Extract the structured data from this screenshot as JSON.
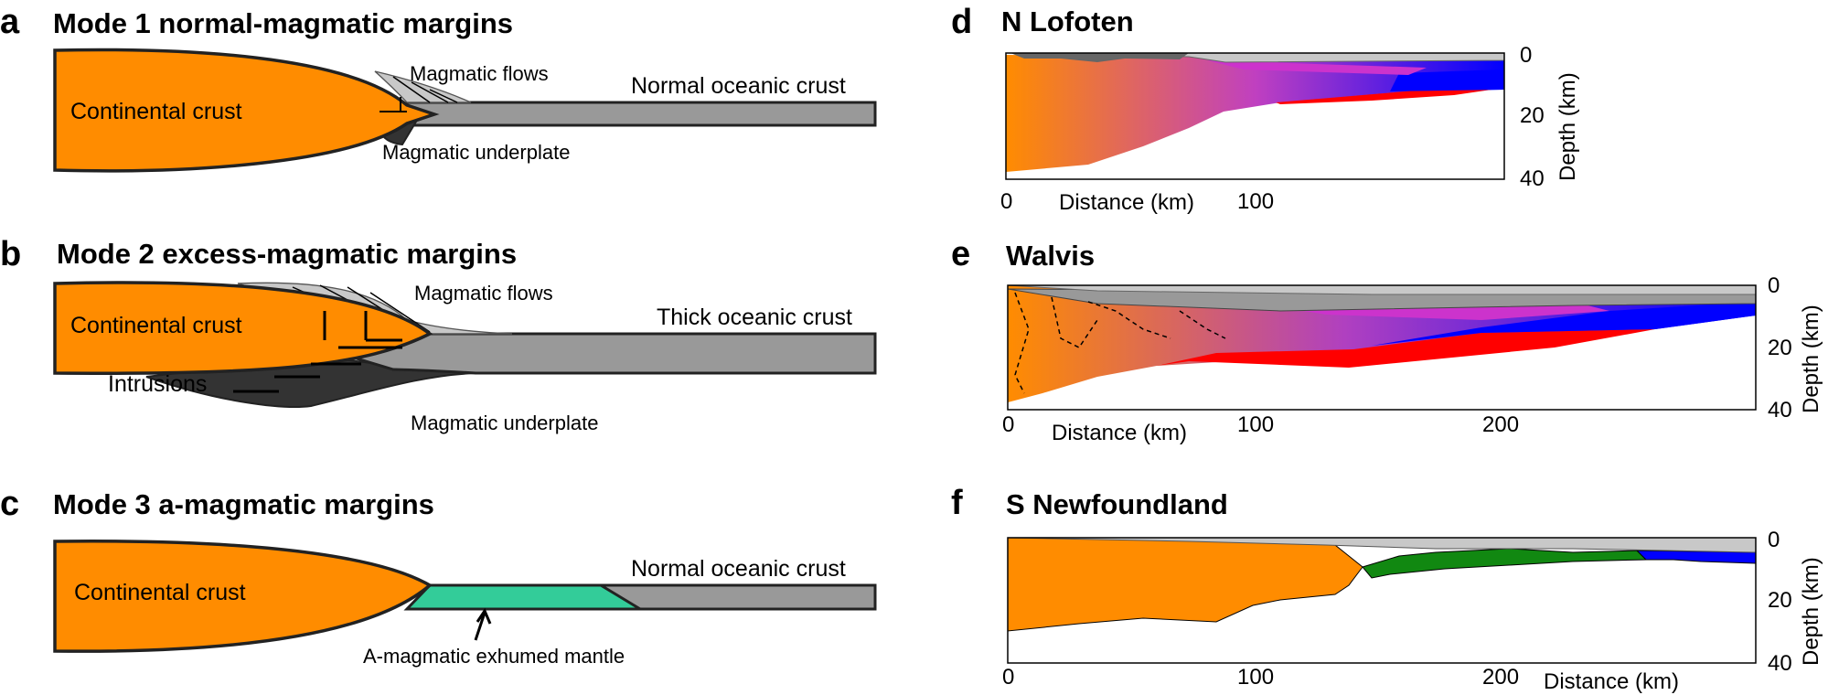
{
  "panels": {
    "a": {
      "letter": "a",
      "title": "Mode 1 normal-magmatic margins",
      "labels": {
        "continental": "Continental crust",
        "flows": "Magmatic flows",
        "oceanic": "Normal oceanic crust",
        "underplate": "Magmatic underplate"
      }
    },
    "b": {
      "letter": "b",
      "title": "Mode 2 excess-magmatic margins",
      "labels": {
        "continental": "Continental crust",
        "flows": "Magmatic flows",
        "oceanic": "Thick oceanic crust",
        "intrusions": "Intrusions",
        "underplate": "Magmatic underplate"
      }
    },
    "c": {
      "letter": "c",
      "title": "Mode 3 a-magmatic margins",
      "labels": {
        "continental": "Continental crust",
        "oceanic": "Normal oceanic crust",
        "mantle": "A-magmatic exhumed mantle"
      }
    },
    "d": {
      "letter": "d",
      "title": "N Lofoten",
      "x_label": "Distance (km)",
      "y_label": "Depth (km)",
      "x_ticks": [
        "0",
        "100"
      ],
      "y_ticks": [
        "0",
        "20",
        "40"
      ]
    },
    "e": {
      "letter": "e",
      "title": "Walvis",
      "x_label": "Distance (km)",
      "y_label": "Depth (km)",
      "x_ticks": [
        "0",
        "100",
        "200"
      ],
      "y_ticks": [
        "0",
        "20",
        "40"
      ]
    },
    "f": {
      "letter": "f",
      "title": "S Newfoundland",
      "x_label": "Distance (km)",
      "y_label": "Depth (km)",
      "x_ticks": [
        "0",
        "100",
        "200"
      ],
      "y_ticks": [
        "0",
        "20",
        "40"
      ]
    }
  },
  "colors": {
    "continental": "#ff8c00",
    "oceanic": "#999999",
    "flows": "#c8c8c8",
    "underplate": "#333333",
    "mantle_exhumed": "#33cc99",
    "high_velocity": "#ff0000",
    "oceanic_model": "#0000ff",
    "sdr": "#cc33cc",
    "exhumed_model": "#118811"
  }
}
